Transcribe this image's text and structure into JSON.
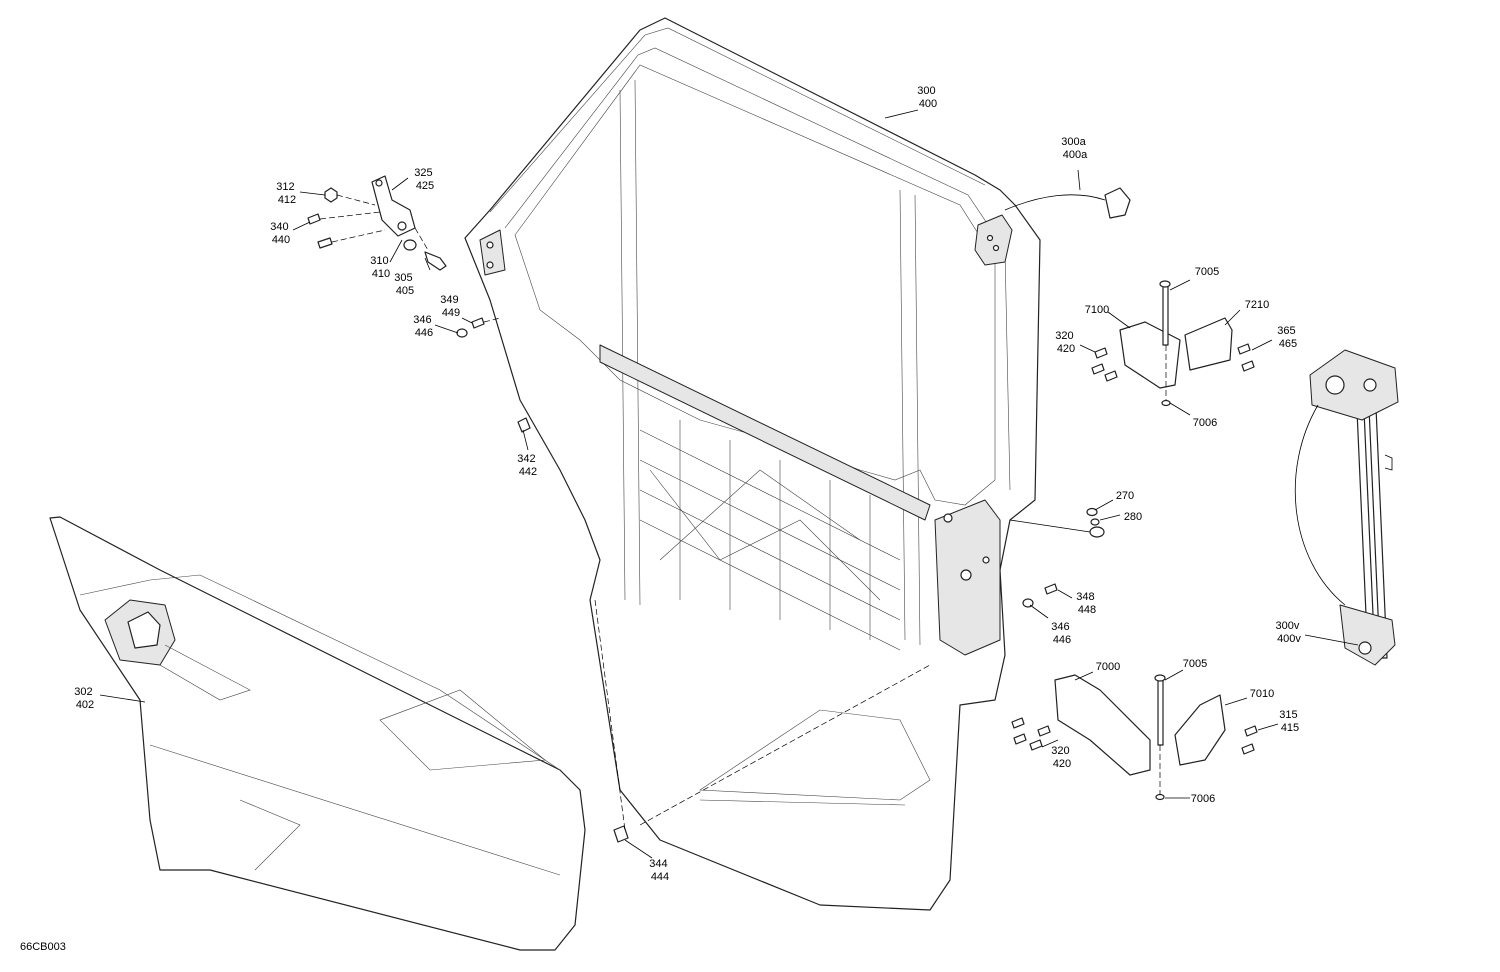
{
  "drawing_code": "66CB003",
  "callouts": {
    "c300": [
      "300",
      "400"
    ],
    "c300a": [
      "300a",
      "400a"
    ],
    "c325": [
      "325",
      "425"
    ],
    "c312": [
      "312",
      "412"
    ],
    "c340": [
      "340",
      "440"
    ],
    "c310": [
      "310",
      "410"
    ],
    "c305": [
      "305",
      "405"
    ],
    "c349": [
      "349",
      "449"
    ],
    "c346a": [
      "346",
      "446"
    ],
    "c342": [
      "342",
      "442"
    ],
    "c7005a": [
      "7005"
    ],
    "c7100": [
      "7100"
    ],
    "c7210": [
      "7210"
    ],
    "c320a": [
      "320",
      "420"
    ],
    "c365": [
      "365",
      "465"
    ],
    "c7006a": [
      "7006"
    ],
    "c270": [
      "270"
    ],
    "c280": [
      "280"
    ],
    "c348": [
      "348",
      "448"
    ],
    "c346b": [
      "346",
      "446"
    ],
    "c300v": [
      "300v",
      "400v"
    ],
    "c302": [
      "302",
      "402"
    ],
    "c7000": [
      "7000"
    ],
    "c7005b": [
      "7005"
    ],
    "c7010": [
      "7010"
    ],
    "c315": [
      "315",
      "415"
    ],
    "c320b": [
      "320",
      "420"
    ],
    "c7006b": [
      "7006"
    ],
    "c344": [
      "344",
      "444"
    ]
  }
}
